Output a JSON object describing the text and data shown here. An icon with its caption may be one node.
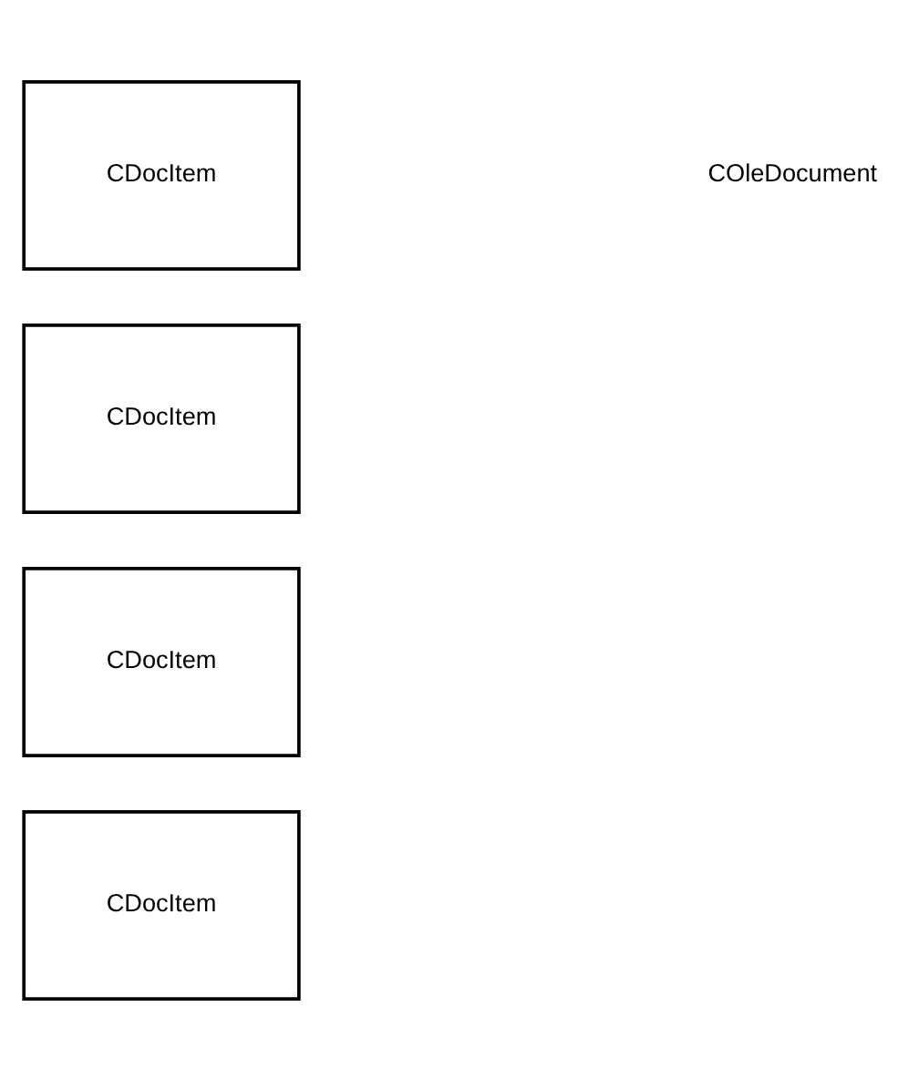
{
  "diagram": {
    "nodes": [
      {
        "text": [
          "CDocItem"
        ]
      },
      {
        "text": [
          "CDocItem"
        ]
      },
      {
        "text": [
          "CDocItem"
        ]
      },
      {
        "text": [
          "CDocItem"
        ]
      }
    ],
    "labels": [
      "COleDocument"
    ]
  }
}
